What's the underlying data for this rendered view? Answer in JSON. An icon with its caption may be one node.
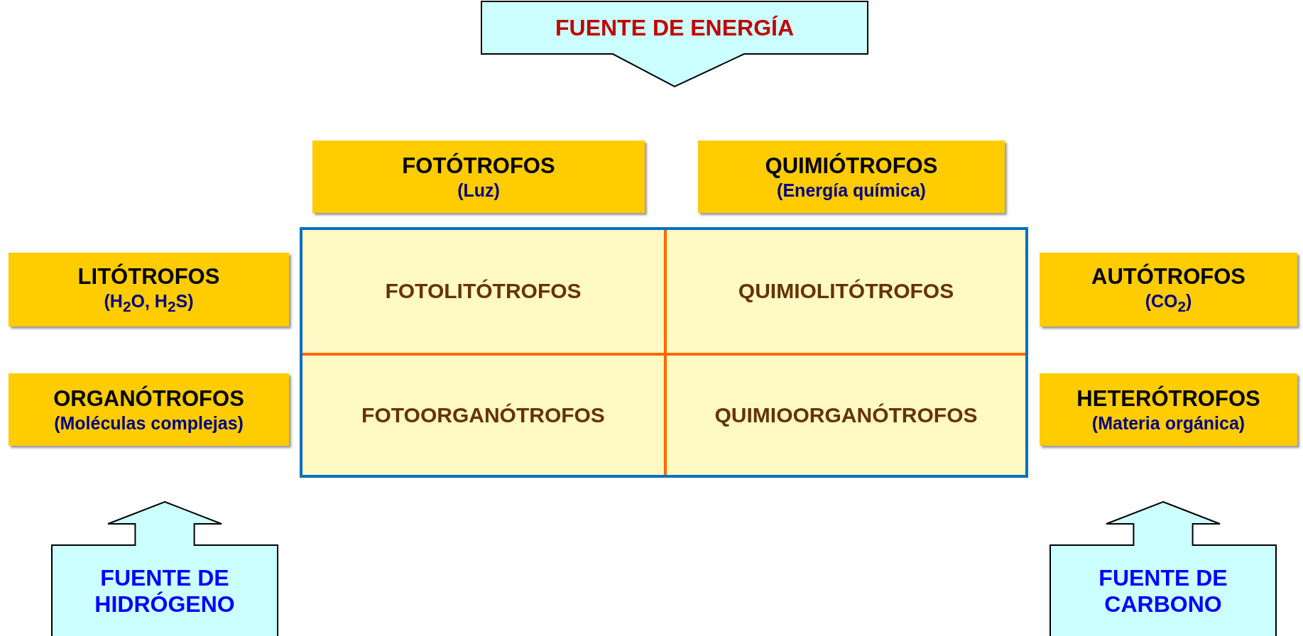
{
  "diagram": {
    "nodes": [
      {
        "text": [
          "FUENTE DE ENERGÍA"
        ]
      },
      {
        "text": [
          "FOTÓTROFOS",
          "(Luz)"
        ]
      },
      {
        "text": [
          "QUIMIÓTROFOS",
          "(Energía química)"
        ]
      },
      {
        "text": [
          "LITÓTROFOS",
          "(H$_{2}$O, H$_{2}$S)"
        ]
      },
      {
        "text": [],
        "shape": "box"
      },
      {
        "text": [
          "FOTOLITÓTROFOS"
        ],
        "in": 4
      },
      {
        "text": [
          "QUIMIOLITÓTROFOS"
        ],
        "in": 4
      },
      {
        "text": [
          "AUTÓTROFOS",
          "(CO$_{2}$)"
        ]
      },
      {
        "text": [
          "ORGANÓTROFOS",
          "(Moléculas complejas)"
        ]
      },
      {
        "text": [
          "FOTOORGANÓTROFOS"
        ],
        "in": 4
      },
      {
        "text": [
          "QUIMIOORGANÓTROFOS"
        ],
        "in": 4
      },
      {
        "text": [
          "HETERÓTROFOS",
          "(Materia orgánica)"
        ]
      },
      {
        "text": [
          "FUENTE DE HIDRÓGENO"
        ]
      },
      {
        "text": [
          "FUENTE DE CARBONO"
        ]
      }
    ],
    "edges": []
  }
}
